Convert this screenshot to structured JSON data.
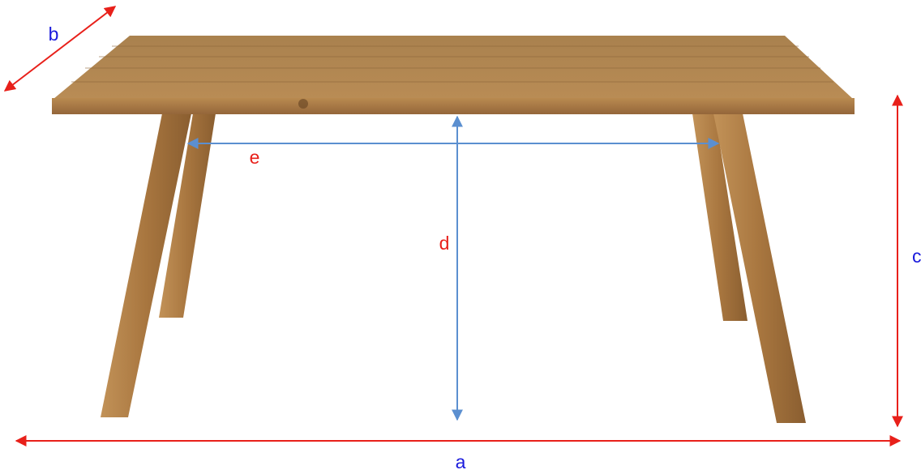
{
  "labels": {
    "a": "a",
    "b": "b",
    "c": "c",
    "d": "d",
    "e": "e"
  },
  "colors": {
    "red_arrow": "#e8201a",
    "blue_arrow": "#5b8fd0",
    "blue_text": "#1a1adc",
    "red_text": "#e8201a",
    "wood_light": "#b88a52",
    "wood_mid": "#a0713c",
    "wood_dark": "#7a5028"
  },
  "icons": {
    "table": "wooden-dining-table"
  }
}
